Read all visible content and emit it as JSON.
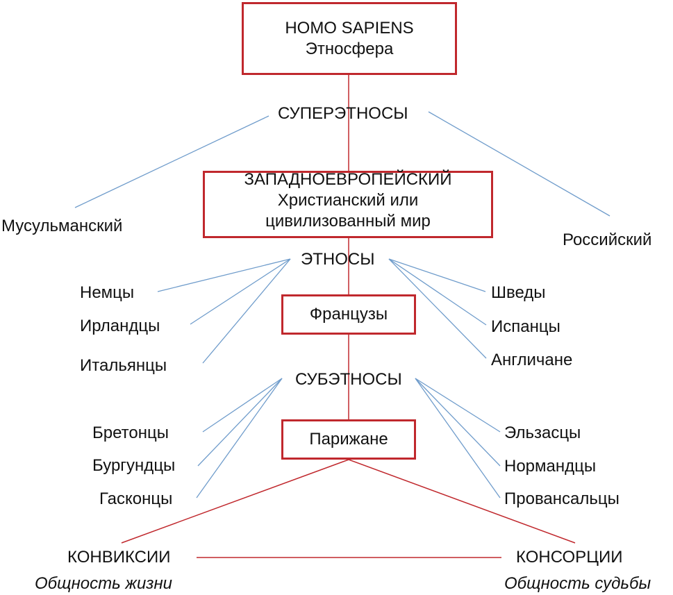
{
  "root": {
    "line1": "HOMO SAPIENS",
    "line2": "Этносфера"
  },
  "level_superethnos": {
    "label": "СУПЕРЭТНОСЫ",
    "left": "Мусульманский",
    "right": "Российский",
    "box": {
      "line1": "ЗАПАДНОЕВРОПЕЙСКИЙ",
      "line2": "Христианский или",
      "line3": "цивилизованный мир"
    }
  },
  "level_ethnos": {
    "label": "ЭТНОСЫ",
    "left": [
      "Немцы",
      "Ирландцы",
      "Итальянцы"
    ],
    "right": [
      "Шведы",
      "Испанцы",
      "Англичане"
    ],
    "box": "Французы"
  },
  "level_subethnos": {
    "label": "СУБЭТНОСЫ",
    "left": [
      "Бретонцы",
      "Бургундцы",
      "Гасконцы"
    ],
    "right": [
      "Эльзасцы",
      "Нормандцы",
      "Провансальцы"
    ],
    "box": "Парижане"
  },
  "bottom": {
    "left": {
      "title": "КОНВИКСИИ",
      "subtitle": "Общность жизни"
    },
    "right": {
      "title": "КОНСОРЦИИ",
      "subtitle": "Общность судьбы"
    }
  },
  "colors": {
    "box_border": "#c0282d",
    "red_line": "#c0282d",
    "blue_line": "#6f9ccb"
  }
}
